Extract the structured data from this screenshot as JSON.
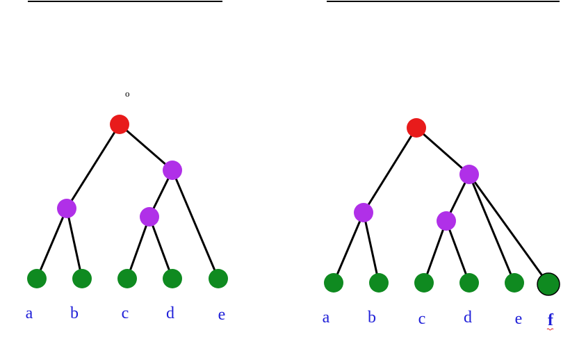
{
  "colors": {
    "root": "#e81b1b",
    "internal": "#b030e8",
    "leaf": "#0f8a20",
    "edge": "#000000",
    "label": "#2020d8",
    "new_leaf_label": "#2020d8",
    "new_leaf_underline": "#e02020"
  },
  "marker": "o",
  "trees": [
    {
      "nodes": [
        {
          "id": "r",
          "kind": "root"
        },
        {
          "id": "p1",
          "kind": "internal"
        },
        {
          "id": "p2",
          "kind": "internal"
        },
        {
          "id": "p3",
          "kind": "internal"
        },
        {
          "id": "a",
          "kind": "leaf",
          "label": "a"
        },
        {
          "id": "b",
          "kind": "leaf",
          "label": "b"
        },
        {
          "id": "c",
          "kind": "leaf",
          "label": "c"
        },
        {
          "id": "d",
          "kind": "leaf",
          "label": "d"
        },
        {
          "id": "e",
          "kind": "leaf",
          "label": "e"
        }
      ],
      "edges": [
        [
          "r",
          "p1"
        ],
        [
          "r",
          "p2"
        ],
        [
          "p1",
          "a"
        ],
        [
          "p1",
          "b"
        ],
        [
          "p2",
          "p3"
        ],
        [
          "p2",
          "e"
        ],
        [
          "p3",
          "c"
        ],
        [
          "p3",
          "d"
        ]
      ]
    },
    {
      "nodes": [
        {
          "id": "r",
          "kind": "root"
        },
        {
          "id": "p1",
          "kind": "internal"
        },
        {
          "id": "p2",
          "kind": "internal"
        },
        {
          "id": "p3",
          "kind": "internal"
        },
        {
          "id": "a",
          "kind": "leaf",
          "label": "a"
        },
        {
          "id": "b",
          "kind": "leaf",
          "label": "b"
        },
        {
          "id": "c",
          "kind": "leaf",
          "label": "c"
        },
        {
          "id": "d",
          "kind": "leaf",
          "label": "d"
        },
        {
          "id": "e",
          "kind": "leaf",
          "label": "e"
        },
        {
          "id": "f",
          "kind": "new-leaf",
          "label": "f"
        }
      ],
      "edges": [
        [
          "r",
          "p1"
        ],
        [
          "r",
          "p2"
        ],
        [
          "p1",
          "a"
        ],
        [
          "p1",
          "b"
        ],
        [
          "p2",
          "p3"
        ],
        [
          "p2",
          "e"
        ],
        [
          "p2",
          "f"
        ],
        [
          "p3",
          "c"
        ],
        [
          "p3",
          "d"
        ]
      ]
    }
  ]
}
